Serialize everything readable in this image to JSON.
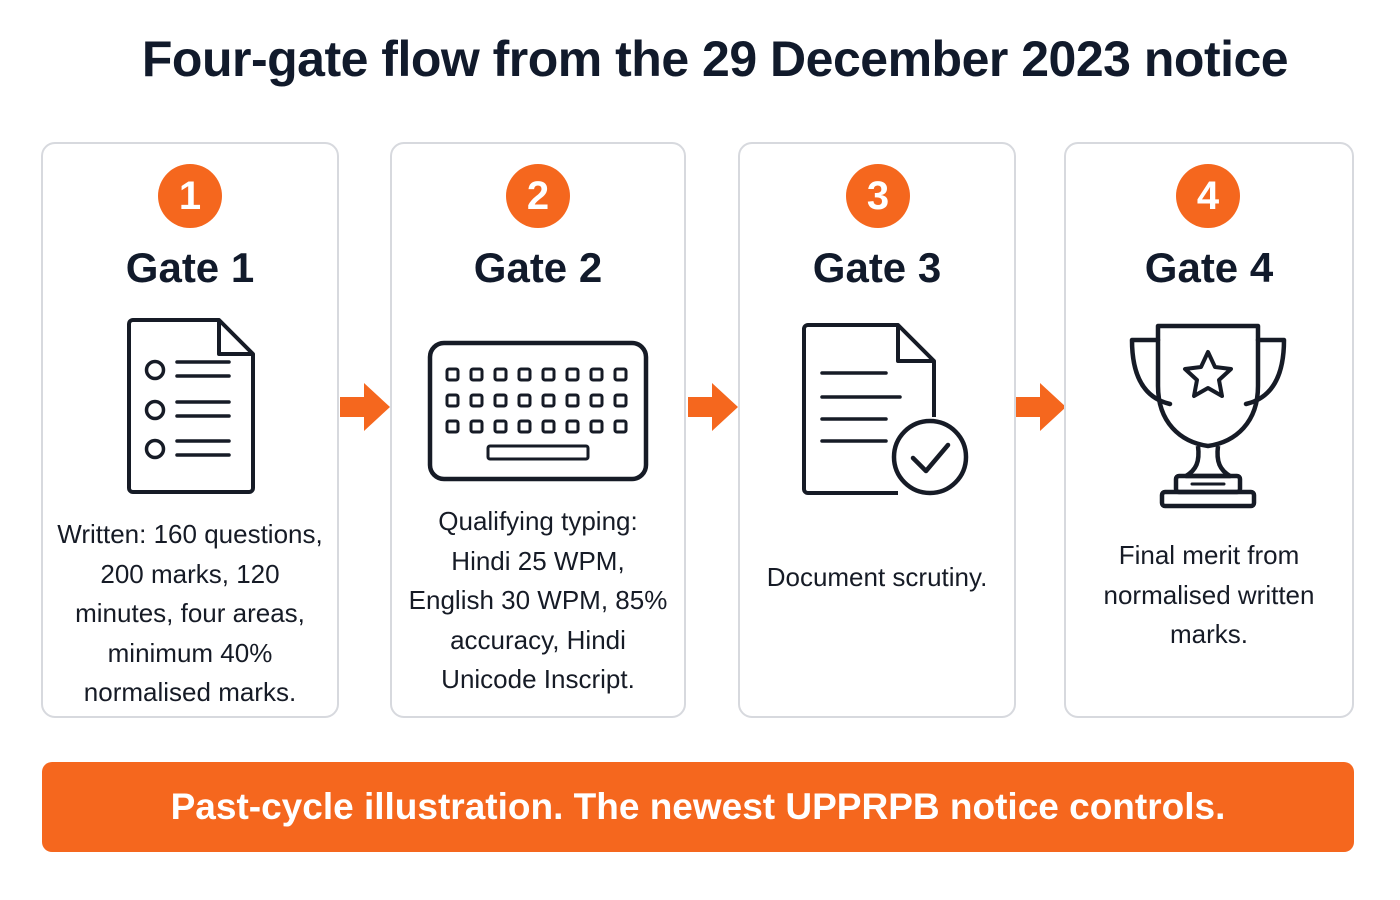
{
  "title": "Four-gate flow from the 29 December 2023 notice",
  "gates": [
    {
      "number": "1",
      "title": "Gate 1",
      "icon": "checklist-document-icon",
      "description": "Written: 160 questions, 200 marks, 120 minutes, four areas, minimum 40% normalised marks."
    },
    {
      "number": "2",
      "title": "Gate 2",
      "icon": "keyboard-icon",
      "description": "Qualifying typing: Hindi 25 WPM, English 30 WPM, 85% accuracy, Hindi Unicode Inscript."
    },
    {
      "number": "3",
      "title": "Gate 3",
      "icon": "document-check-icon",
      "description": "Document scrutiny."
    },
    {
      "number": "4",
      "title": "Gate 4",
      "icon": "trophy-icon",
      "description": "Final merit from normalised written marks."
    }
  ],
  "footer_note": "Past-cycle illustration. The newest UPPRPB notice controls.",
  "colors": {
    "accent": "#f5671e",
    "text": "#111a2b",
    "card_border": "#d7d9de"
  }
}
